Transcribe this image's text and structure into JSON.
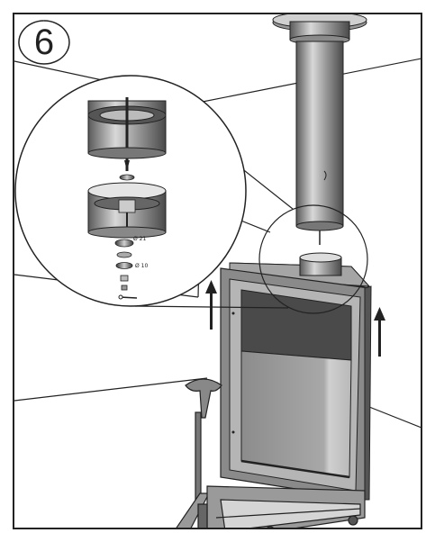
{
  "step_number": "6",
  "detail_labels": {
    "diameter_large": "Ø 21",
    "diameter_small": "Ø 10"
  },
  "colors": {
    "line": "#222222",
    "steel_dark": "#4a4a4a",
    "steel_mid": "#8c8c8c",
    "steel_light": "#c8c8c8",
    "glass": "#9a9a9a"
  },
  "icons": [
    "up-arrow-icon",
    "magnifier-circle-icon"
  ]
}
